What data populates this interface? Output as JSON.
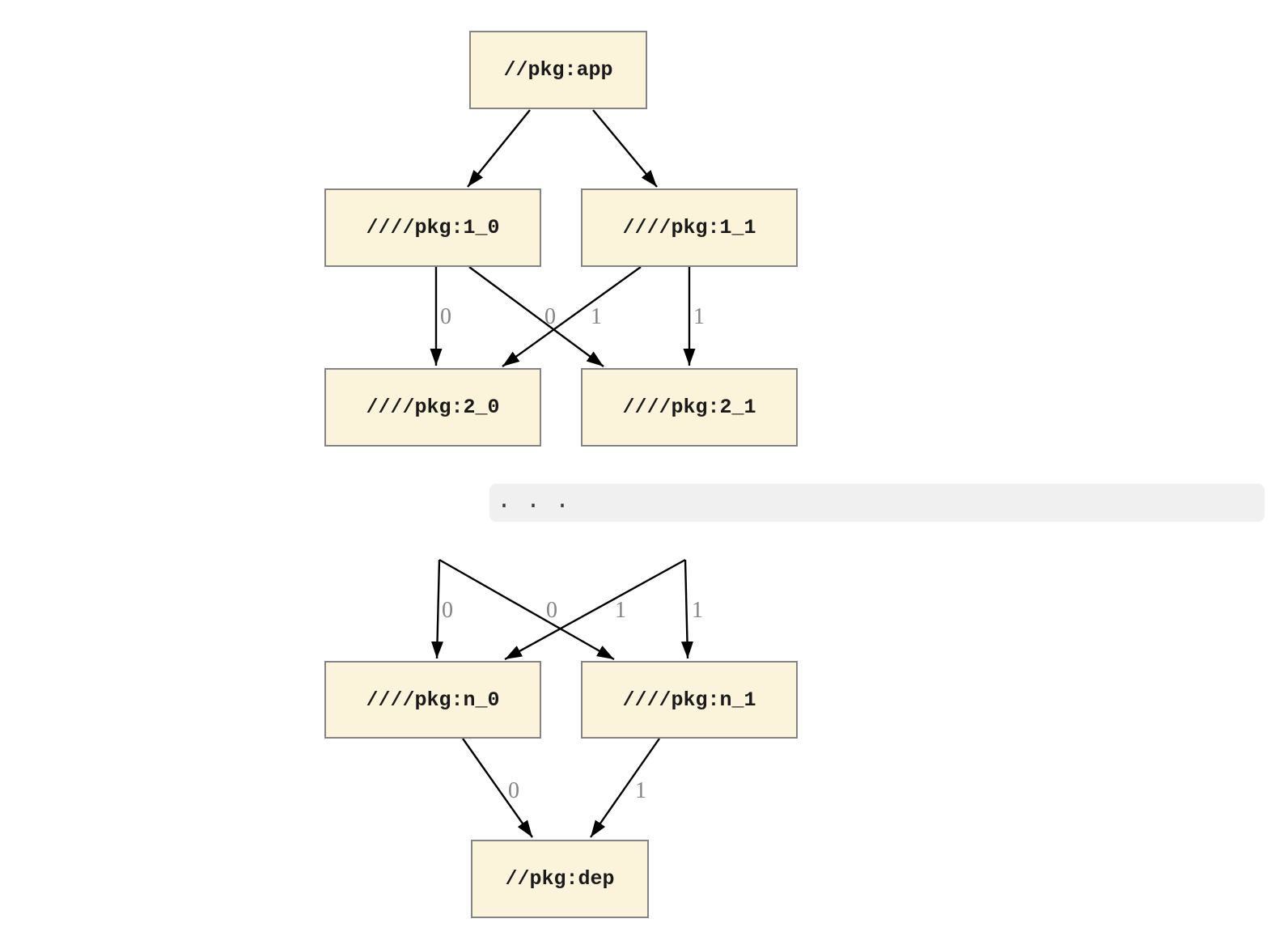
{
  "diagram": {
    "type": "dependency-graph",
    "nodes": {
      "app": {
        "label": "//pkg:app"
      },
      "n1_0": {
        "label": "////pkg:1_0"
      },
      "n1_1": {
        "label": "////pkg:1_1"
      },
      "n2_0": {
        "label": "////pkg:2_0"
      },
      "n2_1": {
        "label": "////pkg:2_1"
      },
      "nn_0": {
        "label": "////pkg:n_0"
      },
      "nn_1": {
        "label": "////pkg:n_1"
      },
      "dep": {
        "label": "//pkg:dep"
      }
    },
    "ellipsis": {
      "text": ". . ."
    },
    "edges": [
      {
        "from": "//pkg:app",
        "to": "////pkg:1_0",
        "label": ""
      },
      {
        "from": "//pkg:app",
        "to": "////pkg:1_1",
        "label": ""
      },
      {
        "from": "////pkg:1_0",
        "to": "////pkg:2_0",
        "label": "0"
      },
      {
        "from": "////pkg:1_0",
        "to": "////pkg:2_1",
        "label": "1"
      },
      {
        "from": "////pkg:1_1",
        "to": "////pkg:2_0",
        "label": "0"
      },
      {
        "from": "////pkg:1_1",
        "to": "////pkg:2_1",
        "label": "1"
      },
      {
        "from": "...",
        "to": "////pkg:n_0",
        "label": "0"
      },
      {
        "from": "...",
        "to": "////pkg:n_1",
        "label": "1"
      },
      {
        "from": "...",
        "to": "////pkg:n_0",
        "label": "0"
      },
      {
        "from": "...",
        "to": "////pkg:n_1",
        "label": "1"
      },
      {
        "from": "////pkg:n_0",
        "to": "//pkg:dep",
        "label": "0"
      },
      {
        "from": "////pkg:n_1",
        "to": "//pkg:dep",
        "label": "1"
      }
    ],
    "colors": {
      "background": "#ffffff",
      "node_fill": "#fbf4db",
      "node_border": "#848484",
      "node_text": "#1a1a1a",
      "edge": "#000000",
      "edge_label": "#848484",
      "ellipsis_bg": "#f0f0f0",
      "ellipsis_dots": "#3c3c3c"
    }
  }
}
